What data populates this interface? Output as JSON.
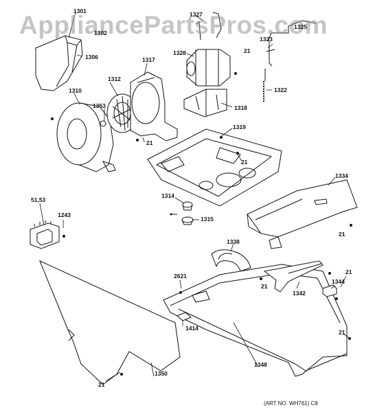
{
  "watermark": "AppliancePartsPros.com",
  "art_number": "(ART NO. WH761) C8",
  "callouts": {
    "c1301": "1301",
    "c1302": "1302",
    "c1306": "1306",
    "c1310": "1310",
    "c1312": "1312",
    "c1353": "1353",
    "c1317": "1317",
    "c1327": "1327",
    "c1328": "1328",
    "c1325": "1325",
    "c1323": "1323",
    "c1322": "1322",
    "c1318": "1318",
    "c1319": "1319",
    "c1334": "1334",
    "c1314": "1314",
    "c1315": "1315",
    "c5153": "51,53",
    "c1243": "1243",
    "c1338": "1338",
    "c2621": "2621",
    "c1414": "1414",
    "c1342": "1342",
    "c1344": "1344",
    "c1348": "1348",
    "c1350": "1350",
    "c21": "21"
  }
}
